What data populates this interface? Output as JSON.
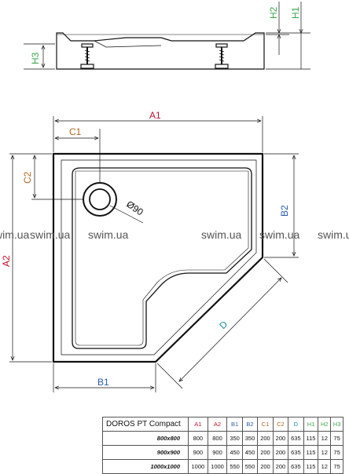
{
  "labels": {
    "A1": "A1",
    "A2": "A2",
    "B1": "B1",
    "B2": "B2",
    "C1": "C1",
    "C2": "C2",
    "D": "D",
    "H1": "H1",
    "H2": "H2",
    "H3": "H3",
    "drain": "Ø90"
  },
  "colors": {
    "A": "#c8102e",
    "B": "#2a5caa",
    "C": "#b5651d",
    "D": "#1a8fa0",
    "H": "#3aa84a",
    "line": "#111111"
  },
  "watermark": [
    "swim.ua",
    "swim.ua",
    "swim.ua",
    "swim.ua",
    "swim.ua",
    "swim.ua"
  ],
  "table": {
    "model": "DOROS PT Compact",
    "columns": [
      "A1",
      "A2",
      "B1",
      "B2",
      "C1",
      "C2",
      "D",
      "H1",
      "H2",
      "H3"
    ],
    "rows": [
      {
        "size": "800x800",
        "values": [
          "800",
          "800",
          "350",
          "350",
          "200",
          "200",
          "635",
          "115",
          "12",
          "75"
        ]
      },
      {
        "size": "900x900",
        "values": [
          "900",
          "900",
          "450",
          "450",
          "200",
          "200",
          "635",
          "115",
          "12",
          "75"
        ]
      },
      {
        "size": "1000x1000",
        "values": [
          "1000",
          "1000",
          "550",
          "550",
          "200",
          "200",
          "635",
          "115",
          "12",
          "75"
        ]
      }
    ]
  }
}
